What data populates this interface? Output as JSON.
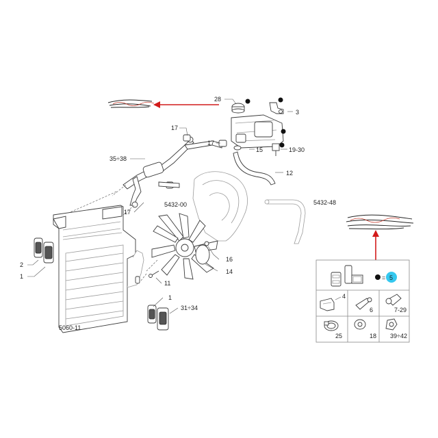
{
  "diagram": {
    "callouts": {
      "c28": "28",
      "c3": "3",
      "c15": "15",
      "c19_30": "19-30",
      "c12": "12",
      "c17a": "17",
      "c17b": "17",
      "c17c": "17",
      "c35_38": "35÷38",
      "c5432_00": "5432-00",
      "c5432_48": "5432-48",
      "c2": "2",
      "c1a": "1",
      "c16": "16",
      "c14": "14",
      "c11": "11",
      "c1b": "1",
      "c31_34": "31÷34",
      "c5060_11": "5060-11"
    },
    "legend": {
      "equals": "=",
      "c5": "5",
      "c4": "4",
      "c6": "6",
      "c7_29": "7-29",
      "c25": "25",
      "c18": "18",
      "c39_42": "39÷42"
    },
    "colors": {
      "annotation_red": "#d21a1a",
      "highlight_cyan": "#35c8ef"
    }
  }
}
